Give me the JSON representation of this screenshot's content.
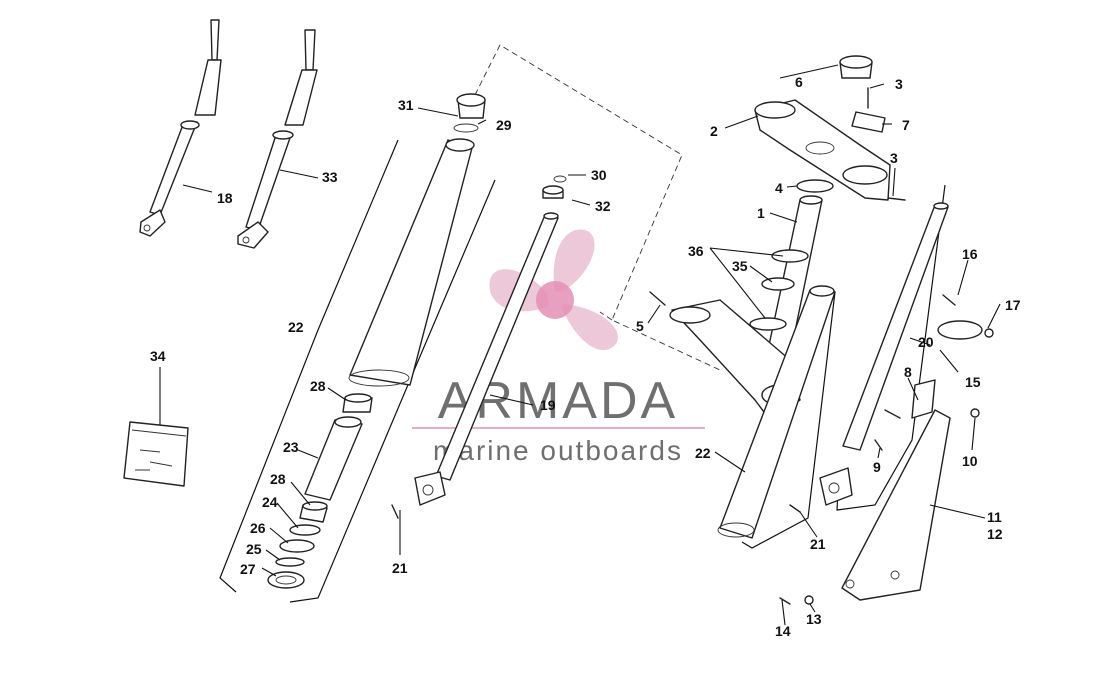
{
  "diagram": {
    "colors": {
      "line": "#222222",
      "logo_pink": "#e38fb5",
      "logo_gray": "#6f6f6f"
    },
    "watermark": {
      "brand": "ARMADA",
      "tagline": "marine outboards"
    },
    "callouts": [
      {
        "id": "c1",
        "text": "1"
      },
      {
        "id": "c2",
        "text": "2"
      },
      {
        "id": "c3a",
        "text": "3"
      },
      {
        "id": "c3b",
        "text": "3"
      },
      {
        "id": "c4",
        "text": "4"
      },
      {
        "id": "c5",
        "text": "5"
      },
      {
        "id": "c6",
        "text": "6"
      },
      {
        "id": "c7",
        "text": "7"
      },
      {
        "id": "c8",
        "text": "8"
      },
      {
        "id": "c9",
        "text": "9"
      },
      {
        "id": "c10",
        "text": "10"
      },
      {
        "id": "c11",
        "text": "11"
      },
      {
        "id": "c12",
        "text": "12"
      },
      {
        "id": "c13",
        "text": "13"
      },
      {
        "id": "c14",
        "text": "14"
      },
      {
        "id": "c15",
        "text": "15"
      },
      {
        "id": "c16",
        "text": "16"
      },
      {
        "id": "c17",
        "text": "17"
      },
      {
        "id": "c18",
        "text": "18"
      },
      {
        "id": "c19",
        "text": "19"
      },
      {
        "id": "c20",
        "text": "20"
      },
      {
        "id": "c21a",
        "text": "21"
      },
      {
        "id": "c21b",
        "text": "21"
      },
      {
        "id": "c22a",
        "text": "22"
      },
      {
        "id": "c22b",
        "text": "22"
      },
      {
        "id": "c23",
        "text": "23"
      },
      {
        "id": "c24",
        "text": "24"
      },
      {
        "id": "c25",
        "text": "25"
      },
      {
        "id": "c26",
        "text": "26"
      },
      {
        "id": "c27",
        "text": "27"
      },
      {
        "id": "c28a",
        "text": "28"
      },
      {
        "id": "c28b",
        "text": "28"
      },
      {
        "id": "c29",
        "text": "29"
      },
      {
        "id": "c30",
        "text": "30"
      },
      {
        "id": "c31",
        "text": "31"
      },
      {
        "id": "c32",
        "text": "32"
      },
      {
        "id": "c33",
        "text": "33"
      },
      {
        "id": "c34",
        "text": "34"
      },
      {
        "id": "c35",
        "text": "35"
      },
      {
        "id": "c36",
        "text": "36"
      }
    ]
  }
}
